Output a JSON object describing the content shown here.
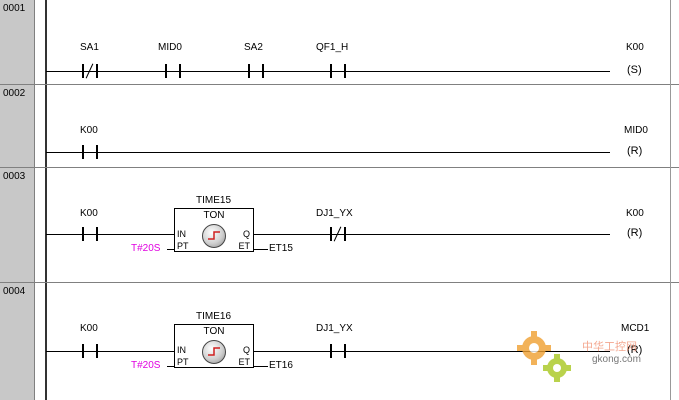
{
  "editor": {
    "rungs": [
      {
        "number": "0001",
        "contacts": [
          {
            "label": "SA1",
            "normally_closed": true
          },
          {
            "label": "MID0",
            "normally_closed": false
          },
          {
            "label": "SA2",
            "normally_closed": false
          },
          {
            "label": "QF1_H",
            "normally_closed": false
          }
        ],
        "coil": {
          "label": "K00",
          "symbol": "(S)"
        }
      },
      {
        "number": "0002",
        "contacts": [
          {
            "label": "K00",
            "normally_closed": false
          }
        ],
        "coil": {
          "label": "MID0",
          "symbol": "(R)"
        }
      },
      {
        "number": "0003",
        "contacts": [
          {
            "label": "K00",
            "normally_closed": false
          },
          {
            "label": "DJ1_YX",
            "normally_closed": true
          }
        ],
        "timer": {
          "name": "TIME15",
          "type": "TON",
          "pin_in": "IN",
          "pin_pt": "PT",
          "pin_q": "Q",
          "pin_et": "ET",
          "preset": "T#20S",
          "et_output": "ET15"
        },
        "coil": {
          "label": "K00",
          "symbol": "(R)"
        }
      },
      {
        "number": "0004",
        "contacts": [
          {
            "label": "K00",
            "normally_closed": false
          },
          {
            "label": "DJ1_YX",
            "normally_closed": false
          }
        ],
        "timer": {
          "name": "TIME16",
          "type": "TON",
          "pin_in": "IN",
          "pin_pt": "PT",
          "pin_q": "Q",
          "pin_et": "ET",
          "preset": "T#20S",
          "et_output": "ET16"
        },
        "coil": {
          "label": "MCD1",
          "symbol": "(R)"
        }
      }
    ]
  },
  "watermark": {
    "cn_text": "中华工控网",
    "url_text": "gkong.com"
  },
  "colors": {
    "preset_text": "#e000e0",
    "gutter": "#c8c8c8",
    "watermark_gear_orange": "#f0a030",
    "watermark_gear_green": "#a8c820"
  }
}
